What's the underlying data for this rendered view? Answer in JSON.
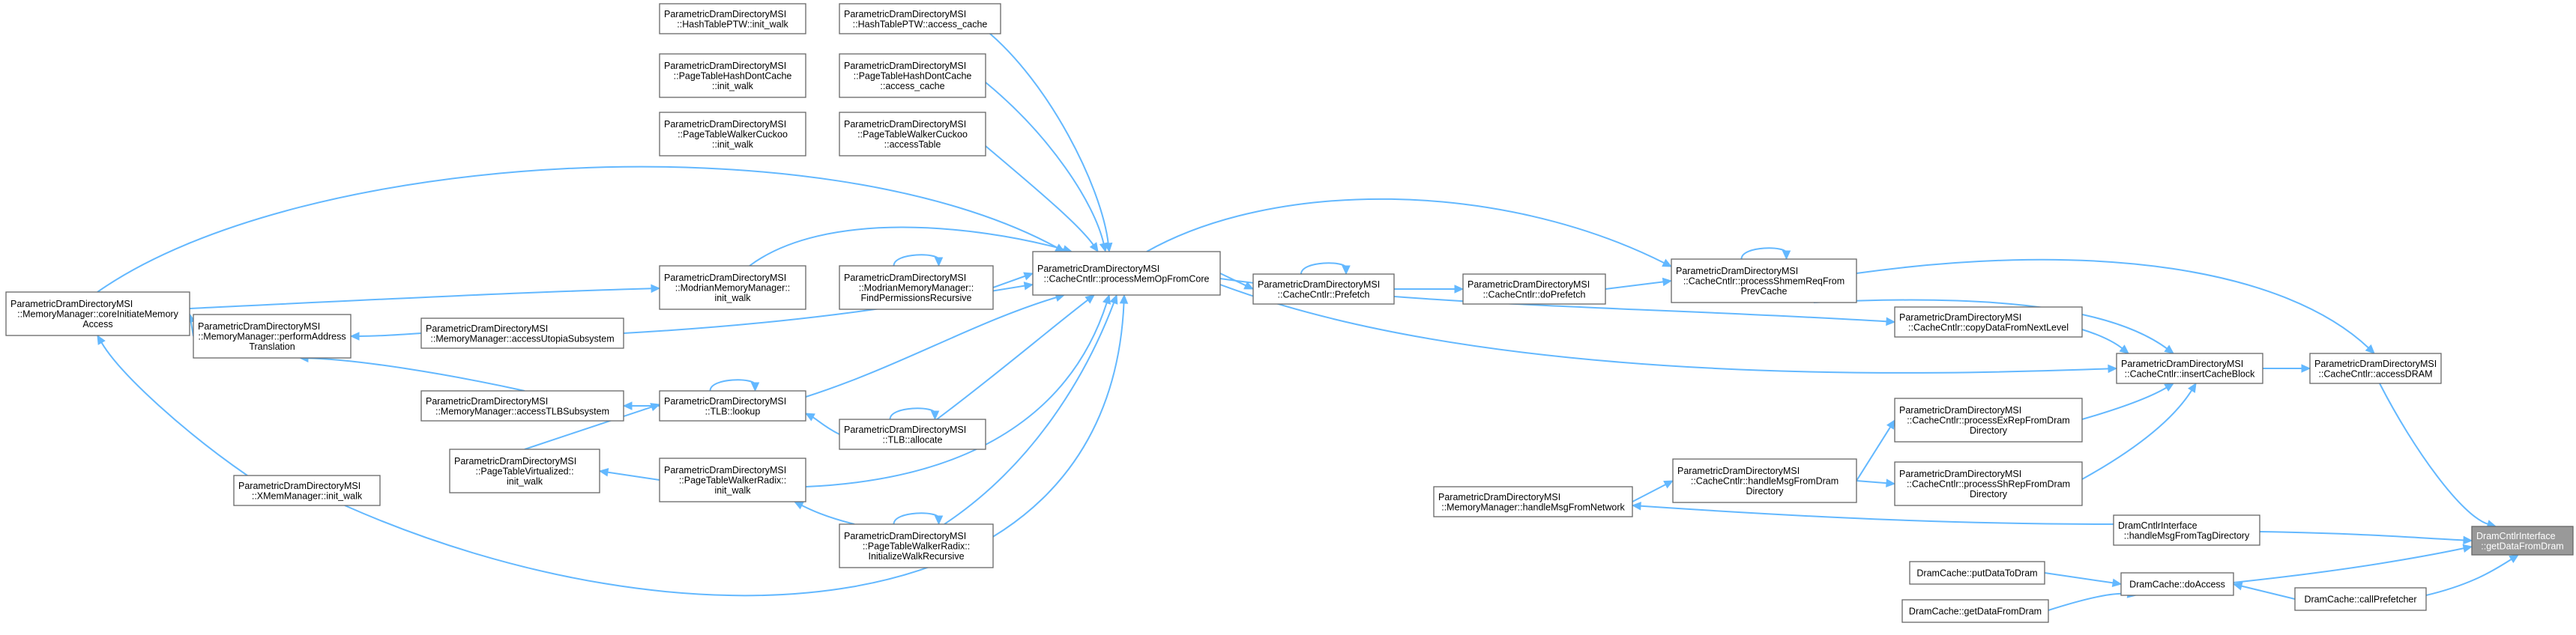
{
  "diagram": {
    "type": "call-graph",
    "colors": {
      "edge": "#63b8ff",
      "node_border": "#666666",
      "node_fill": "#ffffff",
      "root_fill": "#999999",
      "root_text": "#ffffff"
    },
    "nodes": [
      {
        "id": "root",
        "lines": [
          "DramCntlrInterface",
          "::getDataFromDram"
        ],
        "root": true
      },
      {
        "id": "accessDRAM",
        "lines": [
          "ParametricDramDirectoryMSI",
          "::CacheCntlr::accessDRAM"
        ]
      },
      {
        "id": "insertCacheBlock",
        "lines": [
          "ParametricDramDirectoryMSI",
          "::CacheCntlr::insertCacheBlock"
        ]
      },
      {
        "id": "processShmemReq",
        "lines": [
          "ParametricDramDirectoryMSI",
          "::CacheCntlr::processShmemReqFrom",
          "PrevCache"
        ]
      },
      {
        "id": "copyDataFromNextLevel",
        "lines": [
          "ParametricDramDirectoryMSI",
          "::CacheCntlr::copyDataFromNextLevel"
        ]
      },
      {
        "id": "processExRep",
        "lines": [
          "ParametricDramDirectoryMSI",
          "::CacheCntlr::processExRepFromDram",
          "Directory"
        ]
      },
      {
        "id": "processShRep",
        "lines": [
          "ParametricDramDirectoryMSI",
          "::CacheCntlr::processShRepFromDram",
          "Directory"
        ]
      },
      {
        "id": "handleMsgFromDram",
        "lines": [
          "ParametricDramDirectoryMSI",
          "::CacheCntlr::handleMsgFromDram",
          "Directory"
        ]
      },
      {
        "id": "mmHandleMsg",
        "lines": [
          "ParametricDramDirectoryMSI",
          "::MemoryManager::handleMsgFromNetwork"
        ]
      },
      {
        "id": "doPrefetch",
        "lines": [
          "ParametricDramDirectoryMSI",
          "::CacheCntlr::doPrefetch"
        ]
      },
      {
        "id": "Prefetch",
        "lines": [
          "ParametricDramDirectoryMSI",
          "::CacheCntlr::Prefetch"
        ]
      },
      {
        "id": "processMemOp",
        "lines": [
          "ParametricDramDirectoryMSI",
          "::CacheCntlr::processMemOpFromCore"
        ]
      },
      {
        "id": "htAccess",
        "lines": [
          "ParametricDramDirectoryMSI",
          "::HashTablePTW::access_cache"
        ]
      },
      {
        "id": "htInit",
        "lines": [
          "ParametricDramDirectoryMSI",
          "::HashTablePTW::init_walk"
        ]
      },
      {
        "id": "hdcAccess",
        "lines": [
          "ParametricDramDirectoryMSI",
          "::PageTableHashDontCache",
          "::access_cache"
        ]
      },
      {
        "id": "hdcInit",
        "lines": [
          "ParametricDramDirectoryMSI",
          "::PageTableHashDontCache",
          "::init_walk"
        ]
      },
      {
        "id": "cuckooAccess",
        "lines": [
          "ParametricDramDirectoryMSI",
          "::PageTableWalkerCuckoo",
          "::accessTable"
        ]
      },
      {
        "id": "cuckooInit",
        "lines": [
          "ParametricDramDirectoryMSI",
          "::PageTableWalkerCuckoo",
          "::init_walk"
        ]
      },
      {
        "id": "modrianFind",
        "lines": [
          "ParametricDramDirectoryMSI",
          "::ModrianMemoryManager::",
          "FindPermissionsRecursive"
        ]
      },
      {
        "id": "modrianInit",
        "lines": [
          "ParametricDramDirectoryMSI",
          "::ModrianMemoryManager::",
          "init_walk"
        ]
      },
      {
        "id": "coreInitiate",
        "lines": [
          "ParametricDramDirectoryMSI",
          "::MemoryManager::coreInitiateMemory",
          "Access"
        ]
      },
      {
        "id": "utopia",
        "lines": [
          "ParametricDramDirectoryMSI",
          "::MemoryManager::accessUtopiaSubsystem"
        ]
      },
      {
        "id": "performAddr",
        "lines": [
          "ParametricDramDirectoryMSI",
          "::MemoryManager::performAddress",
          "Translation"
        ]
      },
      {
        "id": "tlbSubsystem",
        "lines": [
          "ParametricDramDirectoryMSI",
          "::MemoryManager::accessTLBSubsystem"
        ]
      },
      {
        "id": "tlbLookup",
        "lines": [
          "ParametricDramDirectoryMSI",
          "::TLB::lookup"
        ]
      },
      {
        "id": "tlbAllocate",
        "lines": [
          "ParametricDramDirectoryMSI",
          "::TLB::allocate"
        ]
      },
      {
        "id": "virtInit",
        "lines": [
          "ParametricDramDirectoryMSI",
          "::PageTableVirtualized::",
          "init_walk"
        ]
      },
      {
        "id": "radixInit",
        "lines": [
          "ParametricDramDirectoryMSI",
          "::PageTableWalkerRadix::",
          "init_walk"
        ]
      },
      {
        "id": "radixRec",
        "lines": [
          "ParametricDramDirectoryMSI",
          "::PageTableWalkerRadix::",
          "InitializeWalkRecursive"
        ]
      },
      {
        "id": "xmemInit",
        "lines": [
          "ParametricDramDirectoryMSI",
          "::XMemManager::init_walk"
        ]
      },
      {
        "id": "handleTagDir",
        "lines": [
          "DramCntlrInterface",
          "::handleMsgFromTagDirectory"
        ]
      },
      {
        "id": "doAccess",
        "lines": [
          "DramCache::doAccess"
        ]
      },
      {
        "id": "callPrefetcher",
        "lines": [
          "DramCache::callPrefetcher"
        ]
      },
      {
        "id": "putDataToDram",
        "lines": [
          "DramCache::putDataToDram"
        ]
      },
      {
        "id": "getDataFromDram",
        "lines": [
          "DramCache::getDataFromDram"
        ]
      }
    ]
  }
}
